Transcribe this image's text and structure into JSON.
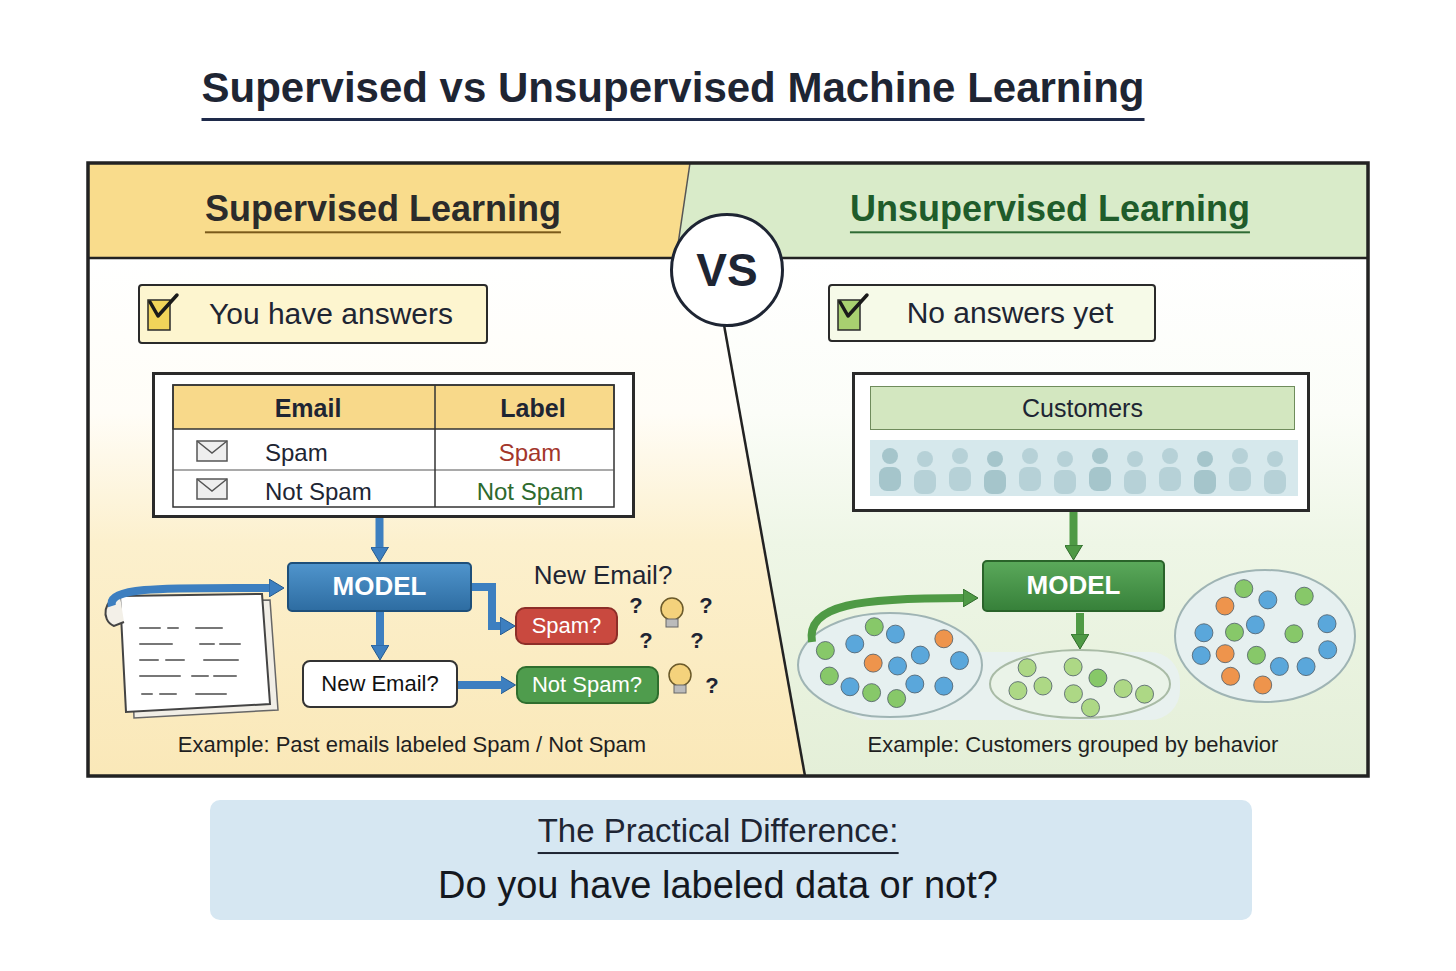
{
  "diagram": {
    "title": "Supervised vs Unsupervised Machine Learning",
    "nodes": [
      {
        "text": [
          "Supervised Learning",
          "Example: Past emails labeled Spam / Not Spam"
        ]
      },
      {
        "text": [
          "You have answers"
        ],
        "in": 0
      },
      {
        "text": [
          "Email",
          "Label",
          "Spam",
          "Spam",
          "Not Spam",
          "Not Spam"
        ],
        "in": 0
      },
      {
        "text": [
          "MODEL"
        ],
        "in": 0
      },
      {
        "text": [
          "Spam?"
        ],
        "in": 0
      },
      {
        "text": [
          "New Email?"
        ],
        "in": 0
      },
      {
        "text": [
          "Not Spam?"
        ],
        "in": 0
      },
      {
        "text": [
          "VS"
        ]
      },
      {
        "text": [
          "Unsupervised Learning",
          "Example: Customers grouped by behavior"
        ]
      },
      {
        "text": [
          "No answers yet"
        ],
        "in": 8
      },
      {
        "text": [
          "Customers"
        ],
        "in": 8
      },
      {
        "text": [
          "MODEL"
        ],
        "in": 8
      },
      {
        "text": [
          "The Practical Difference:",
          "Do you have labeled data or not?"
        ]
      }
    ],
    "edges": [
      {
        "from": 2,
        "to": 3,
        "arrow": "to"
      },
      {
        "from": 3,
        "to": 4,
        "arrow": "to",
        "label": "New Email?"
      },
      {
        "from": 3,
        "to": 5,
        "arrow": "to"
      },
      {
        "from": 5,
        "to": 6,
        "arrow": "to"
      },
      {
        "from": 10,
        "to": 11,
        "arrow": "to"
      }
    ],
    "labels": [
      "?",
      "?",
      "?",
      "?",
      "?"
    ]
  }
}
